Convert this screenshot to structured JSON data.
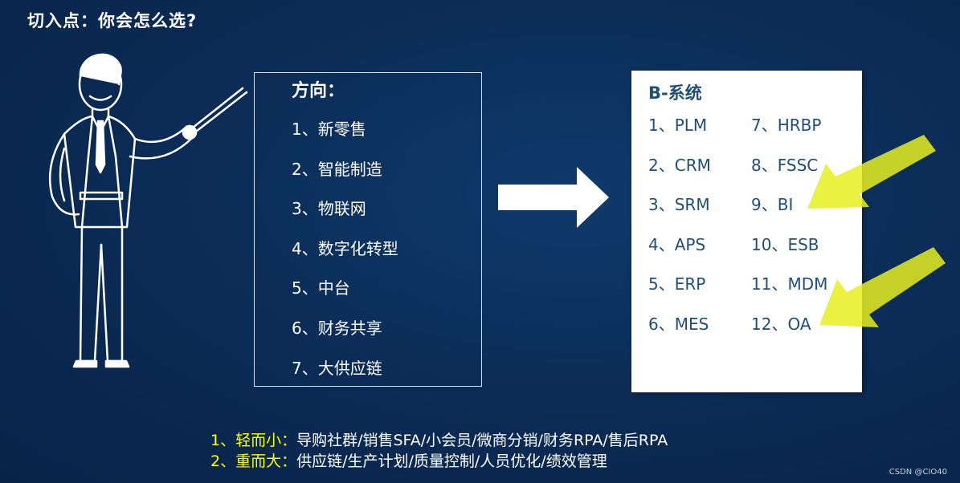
{
  "slide": {
    "title": "切入点：你会怎么选?"
  },
  "directions": {
    "heading": "方向：",
    "items": [
      "1、新零售",
      "2、智能制造",
      "3、物联网",
      "4、数字化转型",
      "5、中台",
      "6、财务共享",
      "7、大供应链"
    ]
  },
  "systems": {
    "heading": "B-系统",
    "left": [
      "1、PLM",
      "2、CRM",
      "3、SRM",
      "4、APS",
      "5、ERP",
      "6、MES"
    ],
    "right": [
      "7、HRBP",
      "8、FSSC",
      "9、BI",
      "10、ESB",
      "11、MDM",
      "12、OA"
    ],
    "highlighted": [
      "9、BI",
      "12、OA"
    ]
  },
  "notes": [
    {
      "label": "1、轻而小：",
      "items": "导购社群/销售SFA/小会员/微商分销/财务RPA/售后RPA"
    },
    {
      "label": "2、重而大：",
      "items": "供应链/生产计划/质量控制/人员优化/绩效管理"
    }
  ],
  "watermark": "CSDN @CIO40",
  "icons": [
    "presenter-figure-icon",
    "right-arrow-icon",
    "highlight-arrow-icon"
  ],
  "colors": {
    "background": "#0b2d58",
    "highlight": "#ffff00",
    "system_text": "#1f4e79",
    "arrow_highlight": "#e6ee1e"
  }
}
